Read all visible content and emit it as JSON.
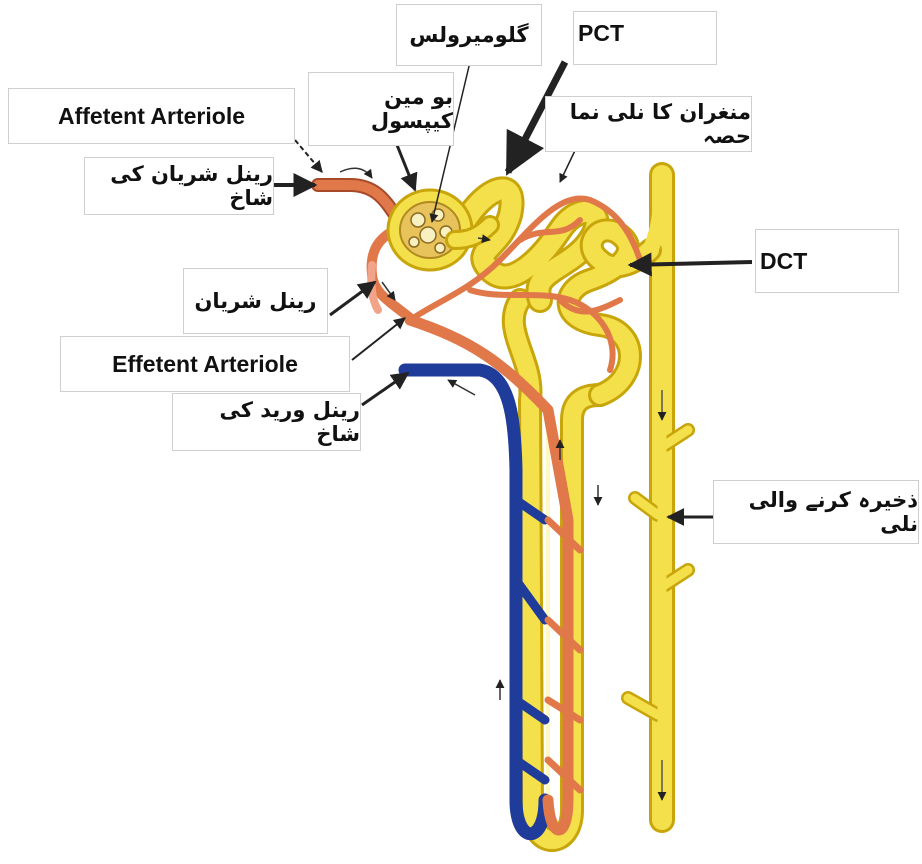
{
  "labels": {
    "afferent_arteriole": "Affetent Arteriole",
    "renal_artery_branch": "رینل شریان کی شاخ",
    "bowman_capsule": "بو مین کیپسول",
    "glomerulus": "گلومیرولس",
    "pct": "PCT",
    "neck_region": "منغران کا نلی نما حصہ",
    "dct": "DCT",
    "renal_artery": "رینل شریان",
    "efferent_arteriole": "Effetent Arteriole",
    "renal_vein_branch": "رینل ورید کی شاخ",
    "collecting_duct": "ذخیرہ کرنے والی نلی"
  },
  "colors": {
    "tubule": "#F4E04A",
    "tubule_outline": "#C8A50A",
    "artery": "#E0784A",
    "vein": "#1F3C9A",
    "capsule_fill": "#E8C25A",
    "arrow": "#222222"
  }
}
